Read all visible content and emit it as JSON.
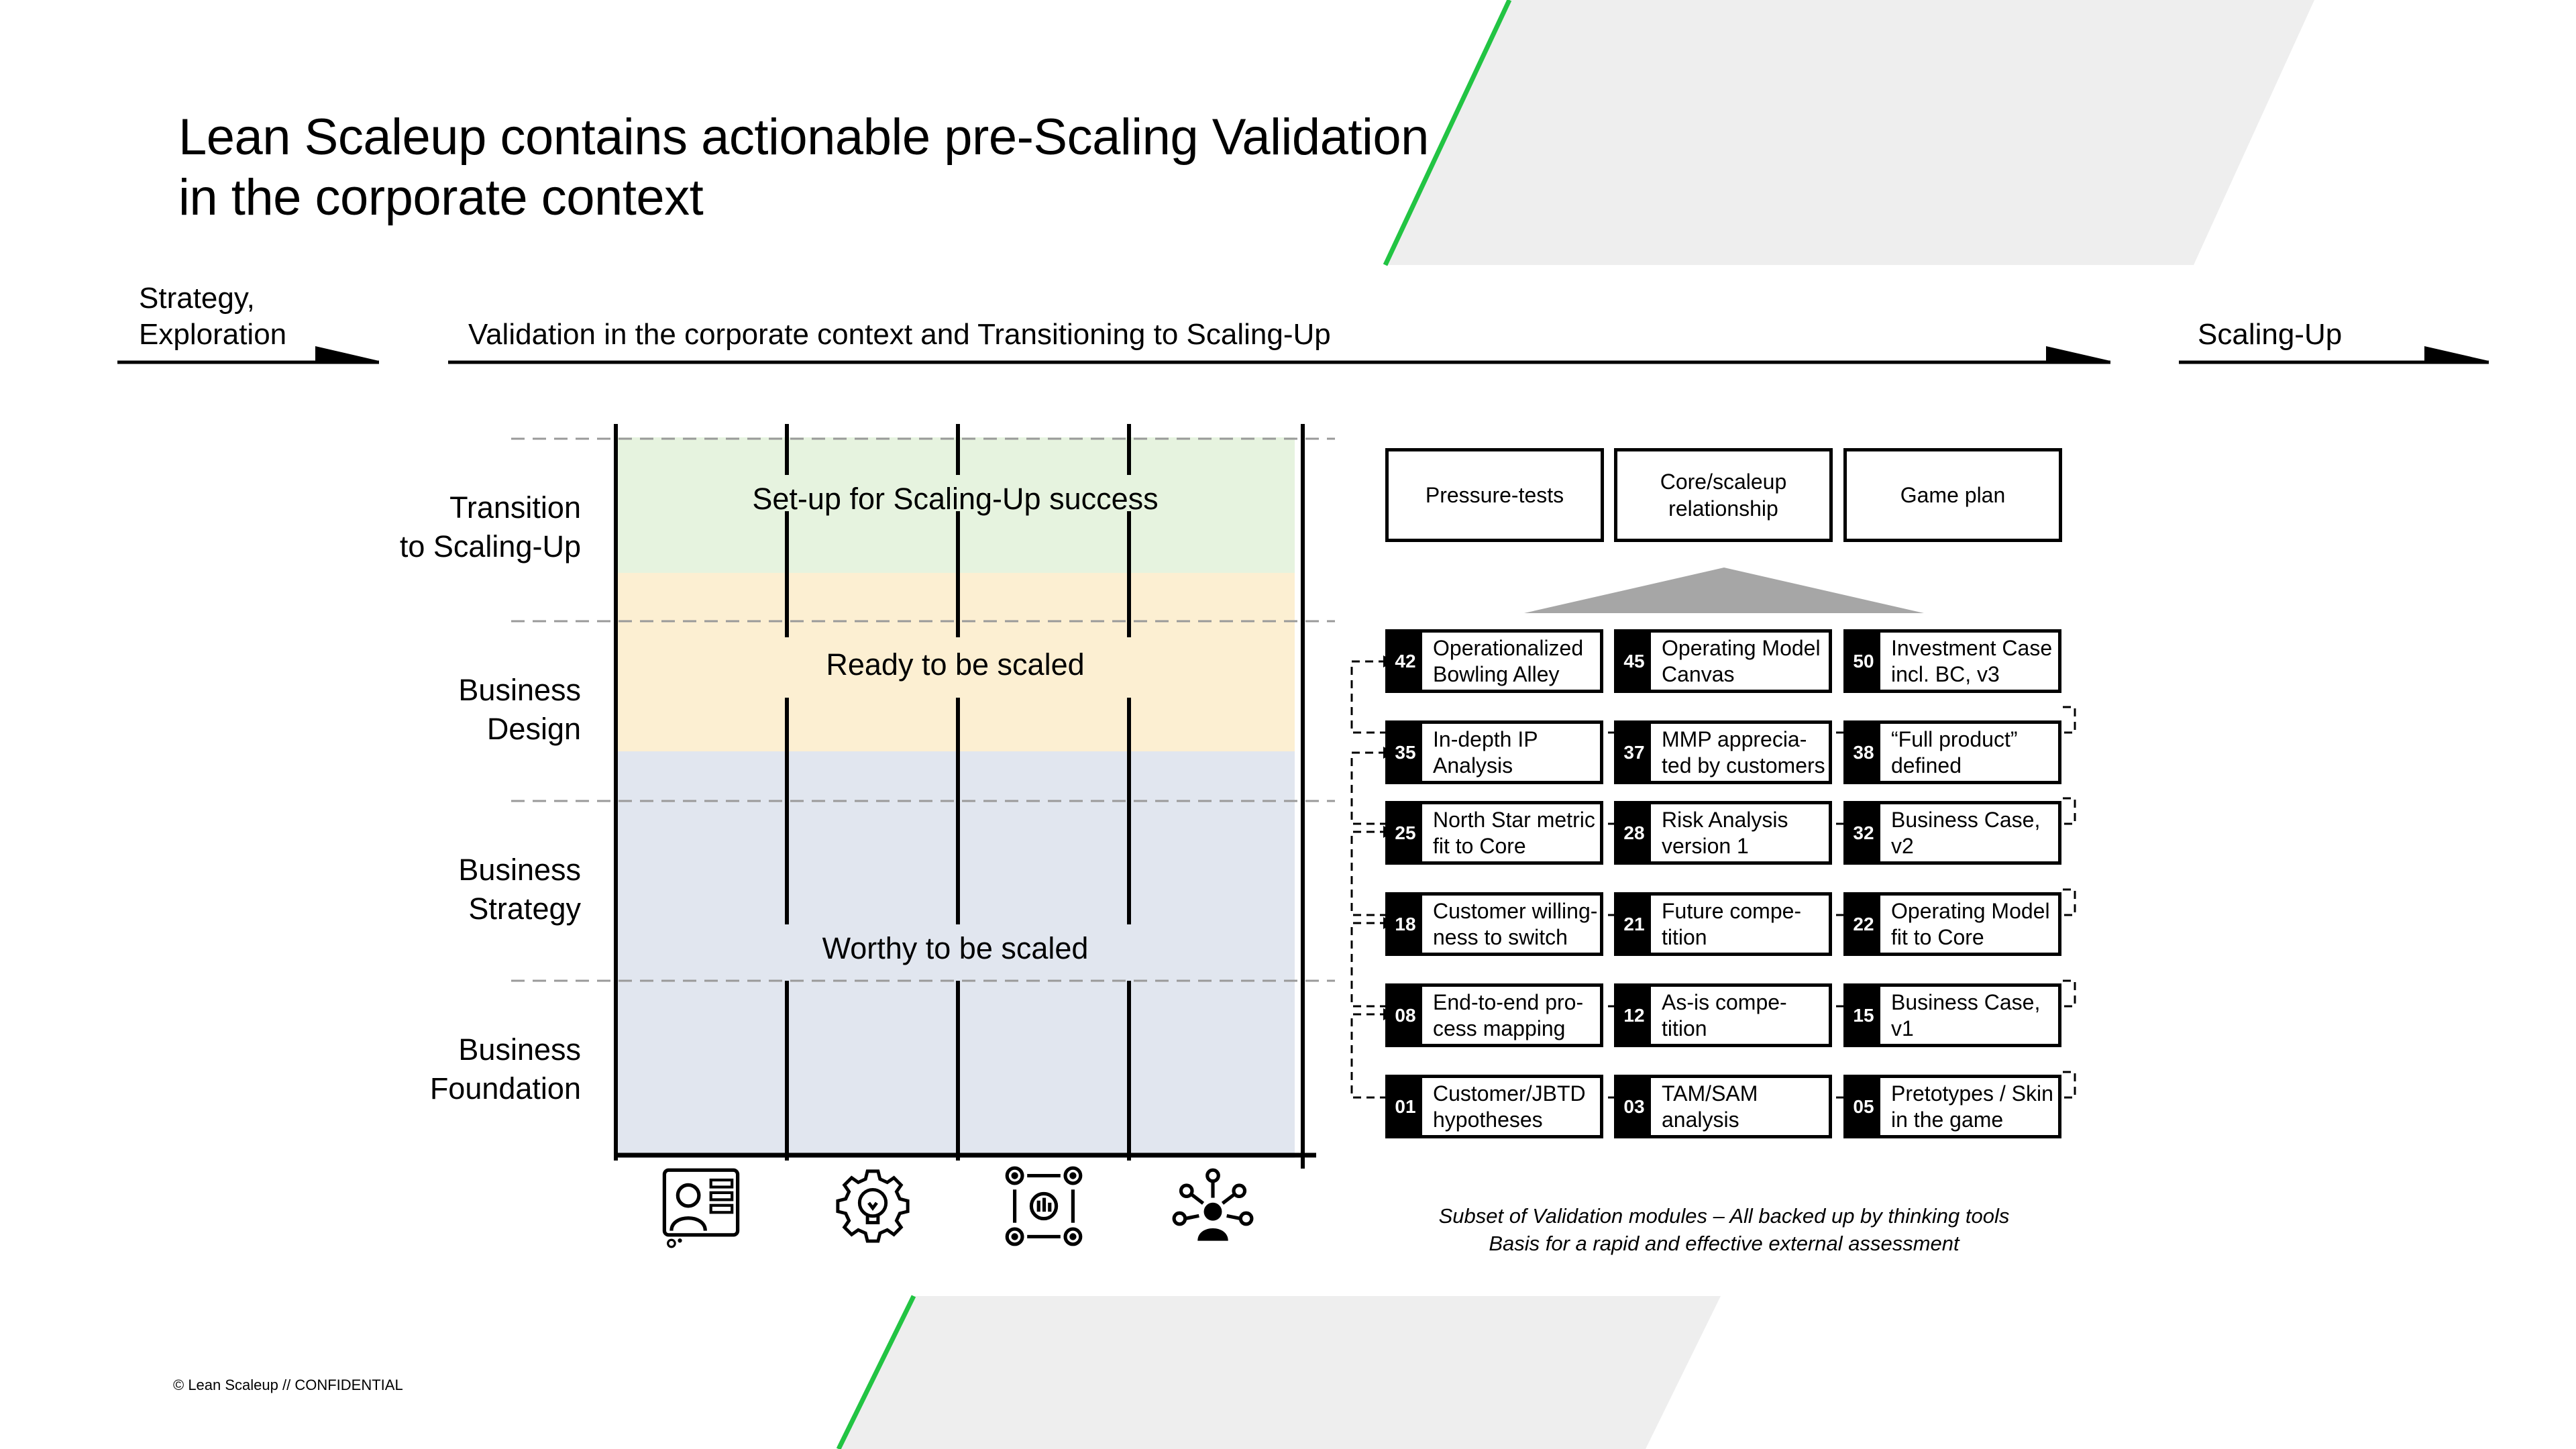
{
  "title": {
    "line1": "Lean Scaleup contains actionable pre-Scaling Validation",
    "line2": "in the corporate context"
  },
  "phases": {
    "strategy_line1": "Strategy,",
    "strategy_line2": "Exploration",
    "validation": "Validation in the corporate context and Transitioning to Scaling-Up",
    "scaling": "Scaling-Up"
  },
  "row_labels": {
    "transition": {
      "line1": "Transition",
      "line2": "to Scaling-Up"
    },
    "design": {
      "line1": "Business",
      "line2": "Design"
    },
    "strategy": {
      "line1": "Business",
      "line2": "Strategy"
    },
    "foundation": {
      "line1": "Business",
      "line2": "Foundation"
    }
  },
  "zones": {
    "setup": "Set-up for Scaling-Up success",
    "ready": "Ready to be scaled",
    "worthy": "Worthy to be scaled"
  },
  "top_boxes": [
    "Pressure-tests",
    "Core/scaleup\nrelationship",
    "Game plan"
  ],
  "module_rows": [
    [
      {
        "num": "42",
        "label": "Operationalized\nBowling Alley"
      },
      {
        "num": "45",
        "label": "Operating Model\nCanvas"
      },
      {
        "num": "50",
        "label": "Investment Case\nincl. BC, v3"
      }
    ],
    [
      {
        "num": "35",
        "label": "In-depth IP\nAnalysis"
      },
      {
        "num": "37",
        "label": "MMP apprecia-\nted by customers"
      },
      {
        "num": "38",
        "label": "“Full product”\ndefined"
      }
    ],
    [
      {
        "num": "25",
        "label": "North Star metric\nfit to Core"
      },
      {
        "num": "28",
        "label": "Risk Analysis\nversion 1"
      },
      {
        "num": "32",
        "label": "Business Case,\nv2"
      }
    ],
    [
      {
        "num": "18",
        "label": "Customer willing-\nness to switch"
      },
      {
        "num": "21",
        "label": "Future compe-\ntition"
      },
      {
        "num": "22",
        "label": "Operating Model\nfit to Core"
      }
    ],
    [
      {
        "num": "08",
        "label": "End-to-end pro-\ncess mapping"
      },
      {
        "num": "12",
        "label": "As-is compe-\ntition"
      },
      {
        "num": "15",
        "label": "Business Case,\nv1"
      }
    ],
    [
      {
        "num": "01",
        "label": "Customer/JBTD\nhypotheses"
      },
      {
        "num": "03",
        "label": "TAM/SAM\nanalysis"
      },
      {
        "num": "05",
        "label": "Pretotypes / Skin\nin the game"
      }
    ]
  ],
  "caption": {
    "line1": "Subset of Validation modules – All backed up by thinking tools",
    "line2": "Basis for a rapid and effective external assessment"
  },
  "footer": "© Lean Scaleup  // CONFIDENTIAL",
  "icons": [
    "profile-card-icon",
    "gear-bulb-icon",
    "people-exchange-icon",
    "network-person-icon"
  ],
  "colors": {
    "accent_green": "#22c443",
    "deco_gray": "#eeeeee",
    "zone_green": "#e6f3df",
    "zone_yellow": "#fcefd2",
    "zone_blue": "#e1e6ef",
    "peak_gray": "#a6a6a6"
  }
}
